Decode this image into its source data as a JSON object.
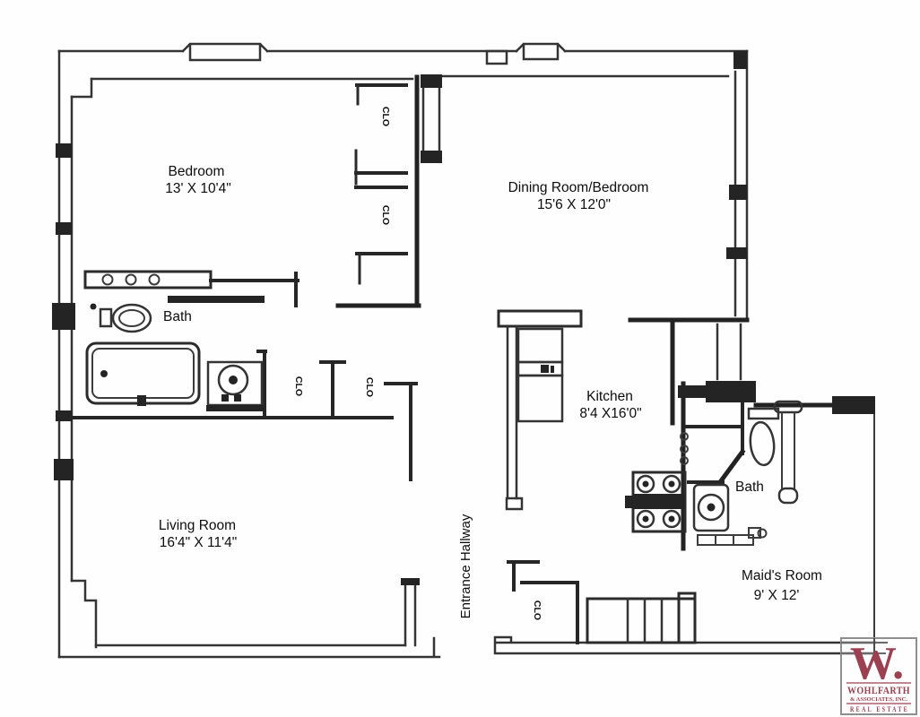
{
  "rooms": {
    "bedroom": {
      "label": "Bedroom",
      "dims": "13' X 10'4\""
    },
    "dining": {
      "label": "Dining Room/Bedroom",
      "dims": "15'6 X 12'0\""
    },
    "kitchen": {
      "label": "Kitchen",
      "dims": "8'4 X16'0\""
    },
    "living": {
      "label": "Living Room",
      "dims": "16'4\" X 11'4\""
    },
    "maids": {
      "label": "Maid's Room",
      "dims": "9' X 12'"
    },
    "bath_upper": {
      "label": "Bath"
    },
    "bath_right": {
      "label": "Bath"
    },
    "hallway": {
      "label": "Entrance Hallway"
    }
  },
  "closets": {
    "label": "CLO"
  },
  "logo": {
    "monogram": "W.",
    "name": "WOHLFARTH",
    "subtitle": "& ASSOCIATES, INC.",
    "tagline": "REAL ESTATE",
    "color": "#9b4051",
    "border_color": "#8f8f8f"
  }
}
